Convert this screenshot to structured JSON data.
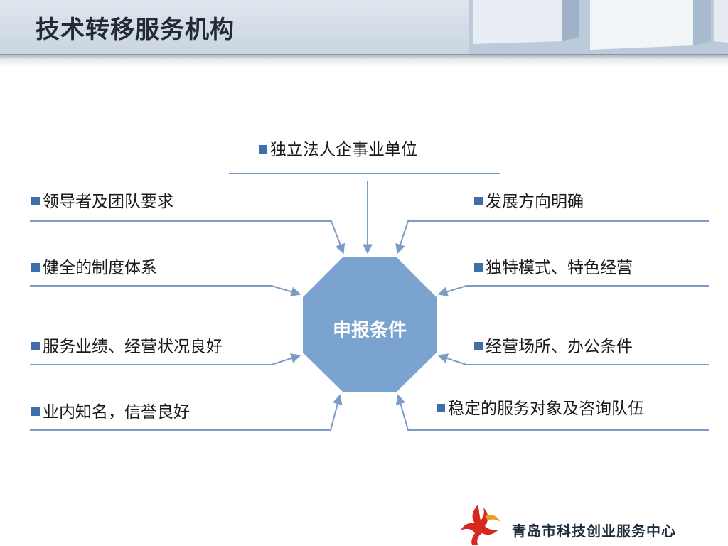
{
  "header": {
    "title": "技术转移服务机构"
  },
  "center": {
    "label": "申报条件"
  },
  "requirements": {
    "top": "独立法人企事业单位",
    "left": [
      "领导者及团队要求",
      "健全的制度体系",
      "服务业绩、经营状况良好",
      "业内知名，信誉良好"
    ],
    "right": [
      "发展方向明确",
      "独特模式、特色经营",
      "经营场所、办公条件",
      "稳定的服务对象及咨询队伍"
    ]
  },
  "footer": {
    "organization": "青岛市科技创业服务中心"
  },
  "colors": {
    "accent": "#3f6ea8",
    "octagon": "#7ba3d0",
    "line": "#7b9cc4"
  }
}
